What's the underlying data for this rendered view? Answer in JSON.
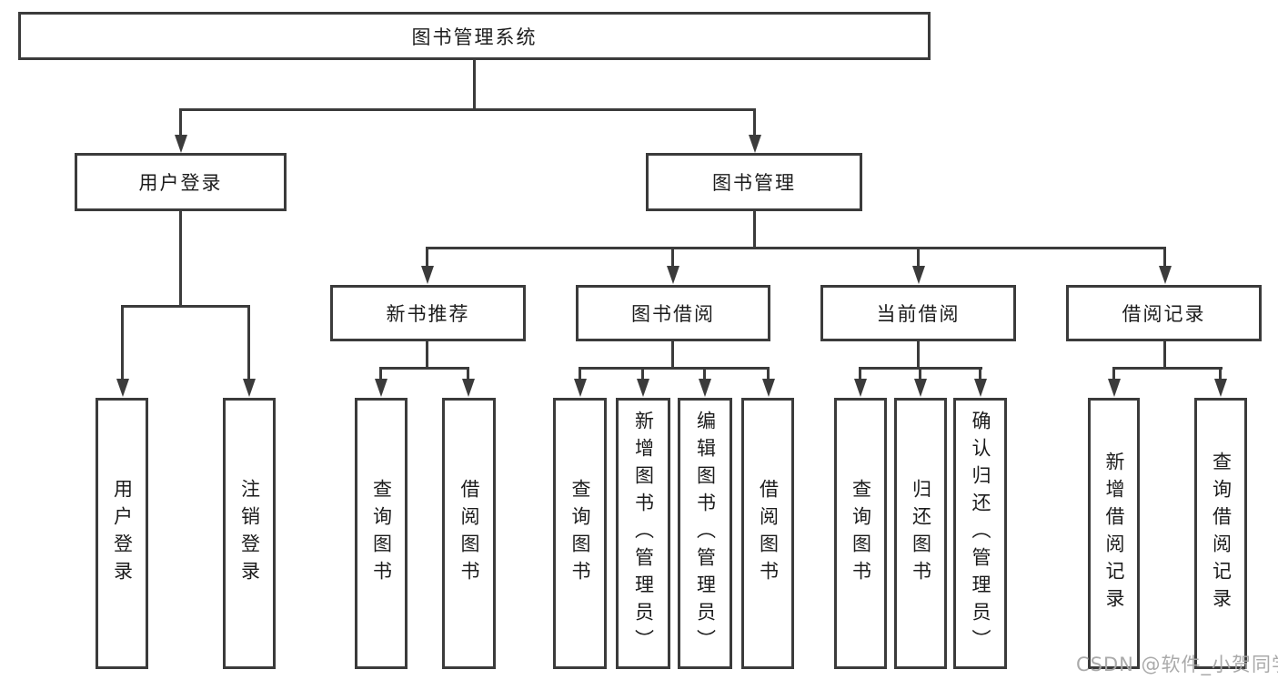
{
  "diagram": {
    "title": "图书管理系统",
    "level2": {
      "user_login": "用户登录",
      "book_mgmt": "图书管理"
    },
    "level3": {
      "new_book_rec": "新书推荐",
      "book_borrow": "图书借阅",
      "current_borrow": "当前借阅",
      "borrow_records": "借阅记录"
    },
    "leaves": {
      "user_login_children": {
        "login": "用户登录",
        "logout": "注销登录"
      },
      "new_book_rec_children": {
        "query": "查询图书",
        "borrow": "借阅图书"
      },
      "book_borrow_children": {
        "query": "查询图书",
        "add": "新增图书（管理员）",
        "edit": "编辑图书（管理员）",
        "borrow": "借阅图书"
      },
      "current_borrow_children": {
        "query": "查询图书",
        "return": "归还图书",
        "confirm": "确认归还（管理员）"
      },
      "borrow_records_children": {
        "add": "新增借阅记录",
        "query": "查询借阅记录"
      }
    }
  },
  "watermark": "CSDN @软件_小贺同学",
  "colors": {
    "line": "#3b3b3b",
    "text": "#1c1c1c",
    "watermark": "#a5a5a5",
    "background": "#ffffff"
  }
}
